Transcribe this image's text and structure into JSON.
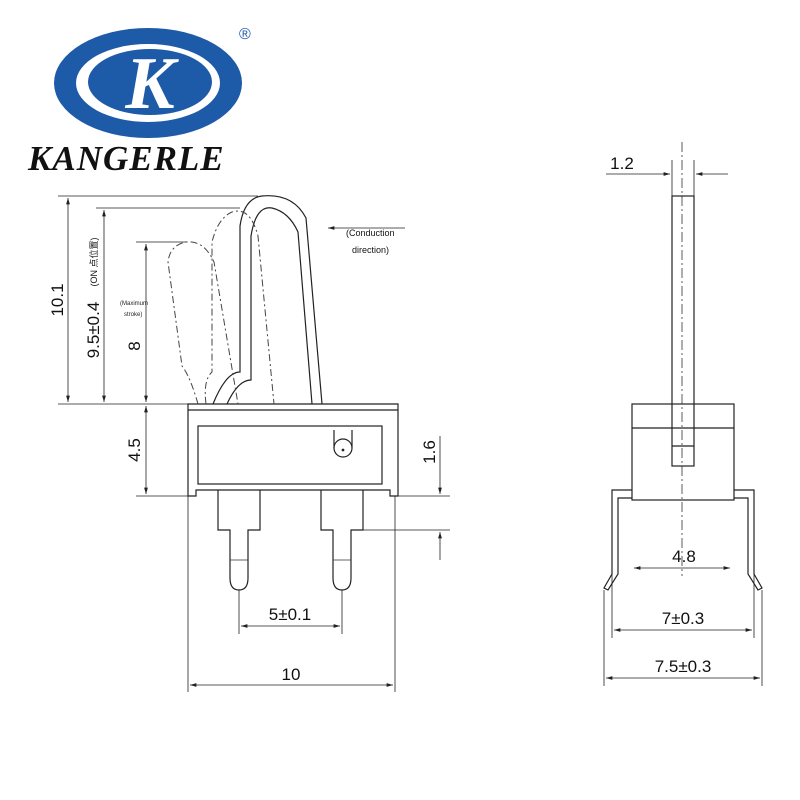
{
  "brand": {
    "name": "KANGERLE",
    "logo_mark": "K",
    "registered": "®",
    "color": "#1d5aa8"
  },
  "dimensions": {
    "height_total": "10.1",
    "height_on": "9.5±0.4",
    "on_label": "(ON 点位置)",
    "stroke": "8",
    "stroke_label_1": "(Maximum",
    "stroke_label_2": "stroke)",
    "body_height": "4.5",
    "pin_offset": "1.6",
    "pin_pitch": "5±0.1",
    "body_width": "10",
    "lever_thickness": "1.2",
    "inner_width": "4.8",
    "width_mid": "7±0.3",
    "width_outer": "7.5±0.3"
  },
  "annotations": {
    "conduction_1": "(Conduction",
    "conduction_2": "direction)"
  }
}
